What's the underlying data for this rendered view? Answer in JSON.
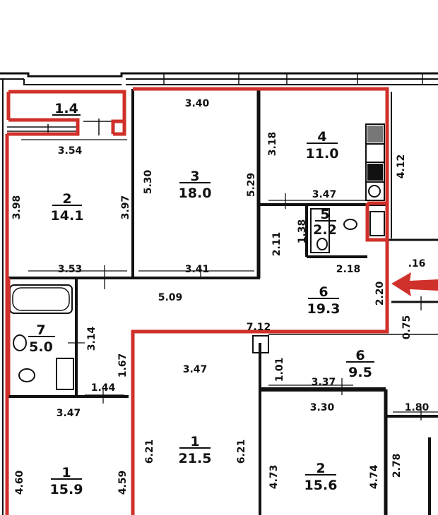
{
  "rooms": [
    {
      "id": "balcony",
      "number": "",
      "area": "1.4"
    },
    {
      "id": "room-2-top",
      "number": "2",
      "area": "14.1"
    },
    {
      "id": "room-3-top",
      "number": "3",
      "area": "18.0"
    },
    {
      "id": "room-4-kitchen",
      "number": "4",
      "area": "11.0"
    },
    {
      "id": "room-5-bathroom",
      "number": "5",
      "area": "2.2"
    },
    {
      "id": "room-6-hall",
      "number": "6",
      "area": "19.3"
    },
    {
      "id": "room-7-bathroom",
      "number": "7",
      "area": "5.0"
    },
    {
      "id": "room-1-bottom-left",
      "number": "1",
      "area": "15.9"
    },
    {
      "id": "room-1-bottom-mid",
      "number": "1",
      "area": "21.5"
    },
    {
      "id": "room-6-bottom",
      "number": "6",
      "area": "9.5"
    },
    {
      "id": "room-2-bottom",
      "number": "2",
      "area": "15.6"
    }
  ],
  "dimensions": [
    "3.40",
    "3.54",
    "3.98",
    "3.97",
    "5.30",
    "5.29",
    "3.18",
    "4.12",
    "3.47",
    "1.38",
    "2.11",
    "3.53",
    "3.41",
    "5.09",
    "2.18",
    "2.20",
    ".16",
    "0.75",
    "7.12",
    "3.14",
    "1.67",
    "1.44",
    "3.47",
    "1.01",
    "3.37",
    "3.30",
    "1.80",
    "3.47",
    "4.60",
    "4.59",
    "6.21",
    "6.21",
    "4.73",
    "4.74",
    "2.78"
  ],
  "colors": {
    "wall": "#111111",
    "highlight": "#d0302a",
    "background": "#ffffff"
  }
}
